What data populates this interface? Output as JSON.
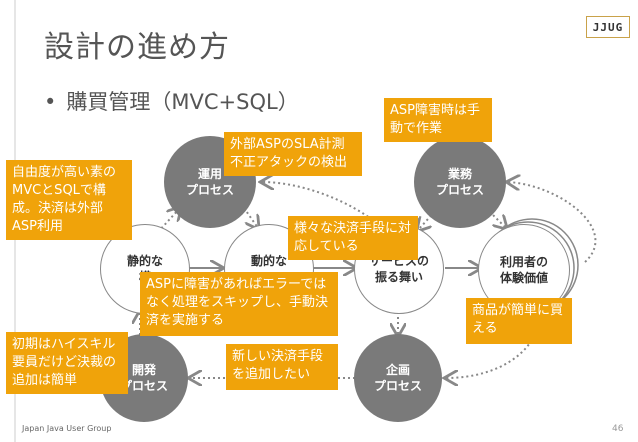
{
  "slide": {
    "title": "設計の進め方",
    "bullet": "購買管理（MVC+SQL）",
    "logo": "JJUG",
    "footer": "Japan Java User Group",
    "page_number": "46"
  },
  "nodes": {
    "operation": [
      "運用",
      "プロセス"
    ],
    "business": [
      "業務",
      "プロセス"
    ],
    "static": [
      "静的な",
      "構"
    ],
    "dynamic": [
      "動的な"
    ],
    "service": [
      "サービスの",
      "振る舞い"
    ],
    "user": [
      "利用者の",
      "体験価値"
    ],
    "dev": [
      "開発",
      "プロセス"
    ],
    "plan": [
      "企画",
      "プロセス"
    ]
  },
  "callouts": {
    "freedom": "自由度が高い素のMVCとSQLで構成。決済は外部ASP利用",
    "sla": "外部ASPのSLA計測不正アタックの検出",
    "asp_failure": "ASP障害時は手動で作業",
    "various": "様々な決済手段に対応している",
    "skip": "ASPに障害があればエラーではなく処理をスキップし、手動決済を実施する",
    "highskill": "初期はハイスキル要員だけど決裁の追加は簡単",
    "new_payment": "新しい決済手段を追加したい",
    "easy_buy": "商品が簡単に買える"
  },
  "colors": {
    "callout": "#f0a30a",
    "node_dark": "#7a7a7a",
    "arrow": "#888888"
  }
}
